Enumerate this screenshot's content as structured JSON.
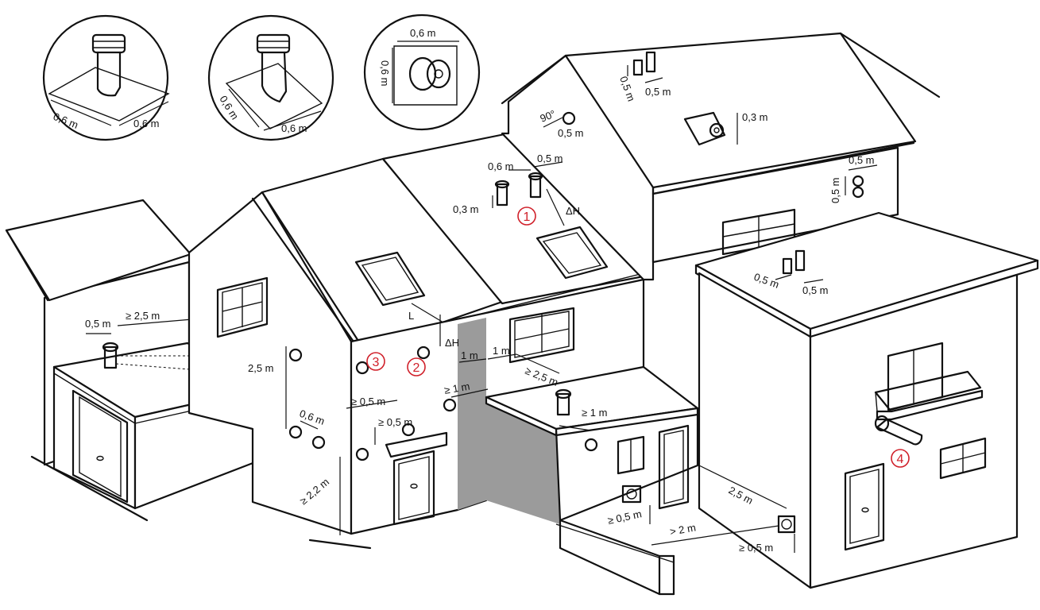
{
  "labels": {
    "detail1_a": "0,6 m",
    "detail1_b": "0,6 m",
    "detail2_a": "0,6 m",
    "detail2_b": "0,6 m",
    "detail3_w": "0,6 m",
    "detail3_h": "0,6 m",
    "roof_090": "90°",
    "roof_05_right": "0,5 m",
    "roof_06": "0,6 m",
    "roof_05": "0,5 m",
    "roof_03": "0,3 m",
    "roof_dh": "ΔH",
    "eave_L": "L",
    "eave_dh": "ΔH",
    "top_05a": "0,5 m",
    "top_05b": "0,5 m",
    "right_03": "0,3 m",
    "right_05w": "0,5 m",
    "right_05h": "0,5 m",
    "flat_05a": "0,5 m",
    "flat_05b": "0,5 m",
    "garage_05": "0,5 m",
    "garage_25": "≥ 2,5 m",
    "wall_25": "2,5 m",
    "wall_06": "0,6 m",
    "wall_ge05": "≥ 0,5 m",
    "door_ge05": "≥ 0,5 m",
    "wall_ge22": "≥ 2,2 m",
    "gap_1m_a": "1 m",
    "gap_1m_b": "1 m",
    "gap_ge25": "≥ 2,5 m",
    "gap_ge1": "≥ 1 m",
    "ext_ge1": "≥ 1 m",
    "yard_ge05": "≥ 0,5 m",
    "yard_2m": "> 2 m",
    "yard_25": "2,5 m",
    "yard_ge05b": "≥ 0,5 m"
  },
  "markers": {
    "m1": "1",
    "m2": "2",
    "m3": "3",
    "m4": "4"
  },
  "colors": {
    "line": "#111111",
    "shade": "#9b9b9b",
    "marker": "#d0202a",
    "bg": "#ffffff"
  }
}
